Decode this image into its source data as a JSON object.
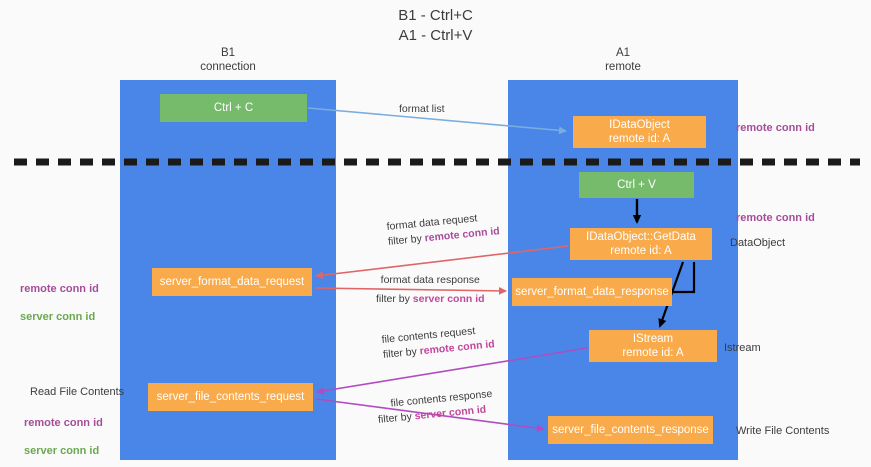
{
  "title": "B1 - Ctrl+C\nA1 - Ctrl+V",
  "lanes": [
    {
      "name": "b1",
      "header": "B1\nconnection",
      "color": "#4a86e8"
    },
    {
      "name": "a1",
      "header": "A1\nremote",
      "color": "#4a86e8"
    }
  ],
  "nodes": {
    "ctrl_c": {
      "label": "Ctrl + C",
      "color": "#76bb6b"
    },
    "idataobject": {
      "label": "IDataObject\nremote id: A",
      "color": "#f9aa4b"
    },
    "ctrl_v": {
      "label": "Ctrl + V",
      "color": "#76bb6b"
    },
    "getdata": {
      "label": "IDataObject::GetData\nremote id: A",
      "color": "#f9aa4b"
    },
    "server_format_data_request": {
      "label": "server_format_data_request",
      "color": "#f9aa4b"
    },
    "server_format_data_response": {
      "label": "server_format_data_response",
      "color": "#f9aa4b"
    },
    "istream": {
      "label": "IStream\nremote id: A",
      "color": "#f9aa4b"
    },
    "server_file_contents_request": {
      "label": "server_file_contents_request",
      "color": "#f9aa4b"
    },
    "server_file_contents_response": {
      "label": "server_file_contents_response",
      "color": "#f9aa4b"
    }
  },
  "edge_labels": {
    "format_list": "format list",
    "format_data_request": "format data request",
    "format_data_request_filter_prefix": "filter by ",
    "format_data_request_filter_value": "remote conn id",
    "format_data_response": "format data response",
    "format_data_response_filter_prefix": "filter by ",
    "format_data_response_filter_value": "server conn id",
    "file_contents_request": "file contents request",
    "file_contents_request_filter_prefix": "filter by ",
    "file_contents_request_filter_value": "remote conn id",
    "file_contents_response": "file contents response",
    "file_contents_response_filter_prefix": "filter by ",
    "file_contents_response_filter_value": "server conn id"
  },
  "annotations": {
    "remote_conn_id_top": "remote conn id",
    "remote_conn_id_mid": "remote conn id",
    "dataobject": "DataObject",
    "istream": "Istream",
    "write_file_contents": "Write File Contents",
    "read_file_contents": "Read File Contents",
    "left_remote_conn_id": "remote conn id",
    "left_server_conn_id": "server conn id",
    "left_remote_conn_id_2": "remote conn id",
    "left_server_conn_id_2": "server conn id"
  },
  "colors": {
    "lane": "#4a86e8",
    "node_orange": "#f9aa4b",
    "node_green": "#76bb6b",
    "purple": "#a64d9a",
    "pink": "#c2479b",
    "green_text": "#6aa84f",
    "arrow_blue": "#7aaddd",
    "arrow_red": "#e06666",
    "arrow_magenta": "#b14cc0",
    "arrow_black": "#000000",
    "divider": "#1a1a1a",
    "background": "#fafafa"
  }
}
